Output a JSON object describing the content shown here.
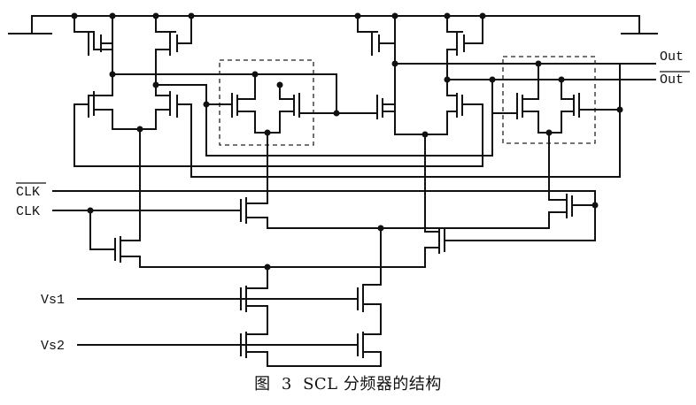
{
  "labels": {
    "out": "Out",
    "out_bar": "Out",
    "clk_bar": "CLK",
    "clk": "CLK",
    "vs1": "Vs1",
    "vs2": "Vs2"
  },
  "caption": {
    "fig": "图",
    "number": "3",
    "text": "SCL 分频器的结构"
  }
}
